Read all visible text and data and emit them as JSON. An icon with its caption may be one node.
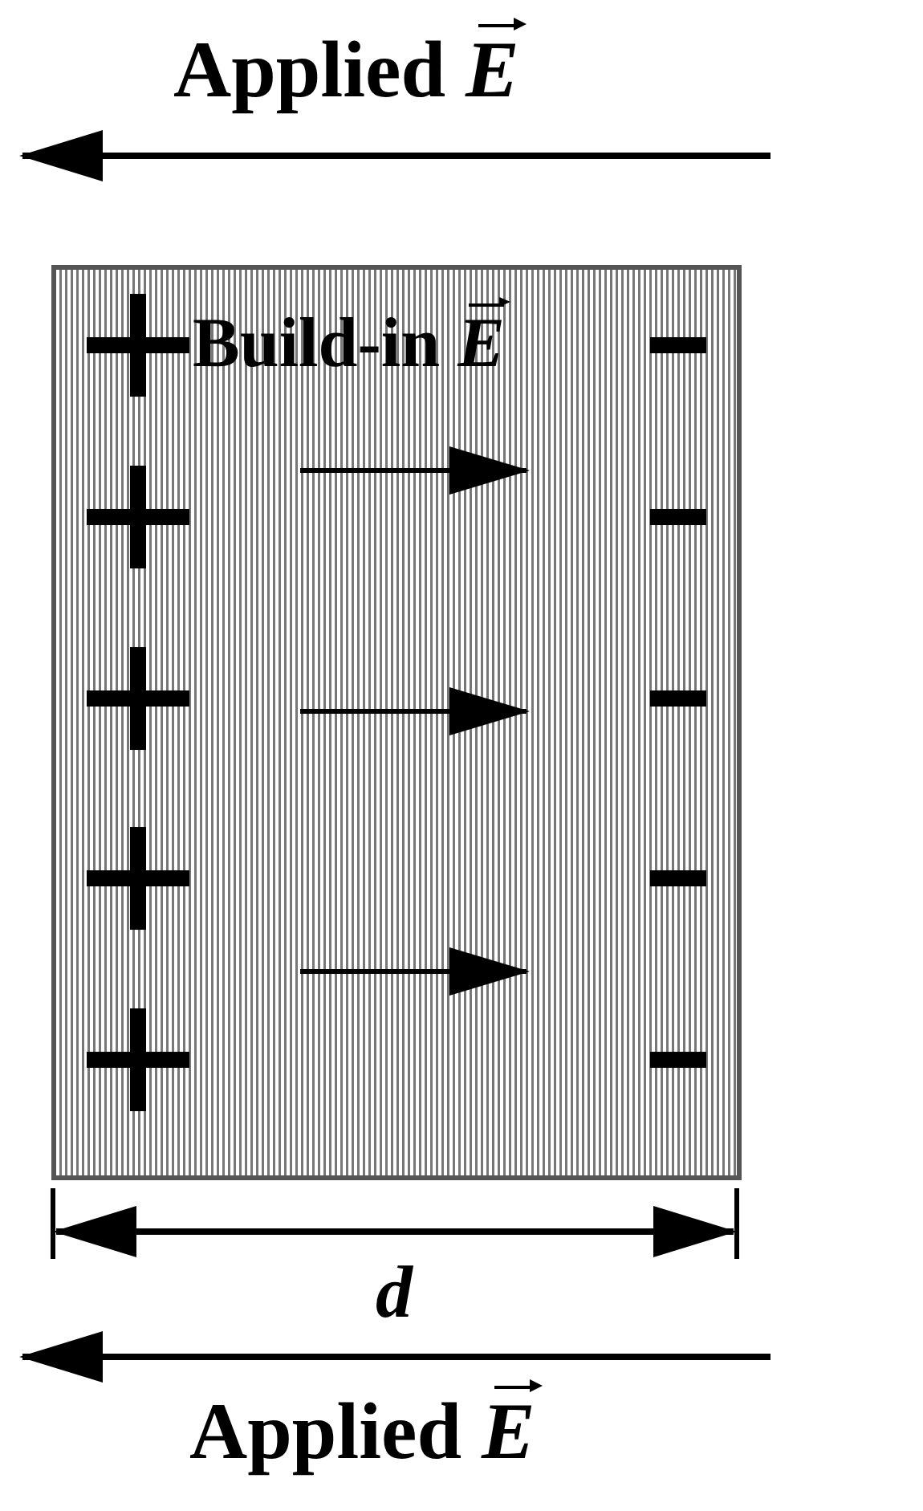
{
  "diagram": {
    "nodes": [
      {
        "text": [
          "Build-in *E⃗*"
        ]
      }
    ],
    "labels": [
      "Applied *E⃗*",
      "d",
      "Applied *E⃗*"
    ]
  }
}
